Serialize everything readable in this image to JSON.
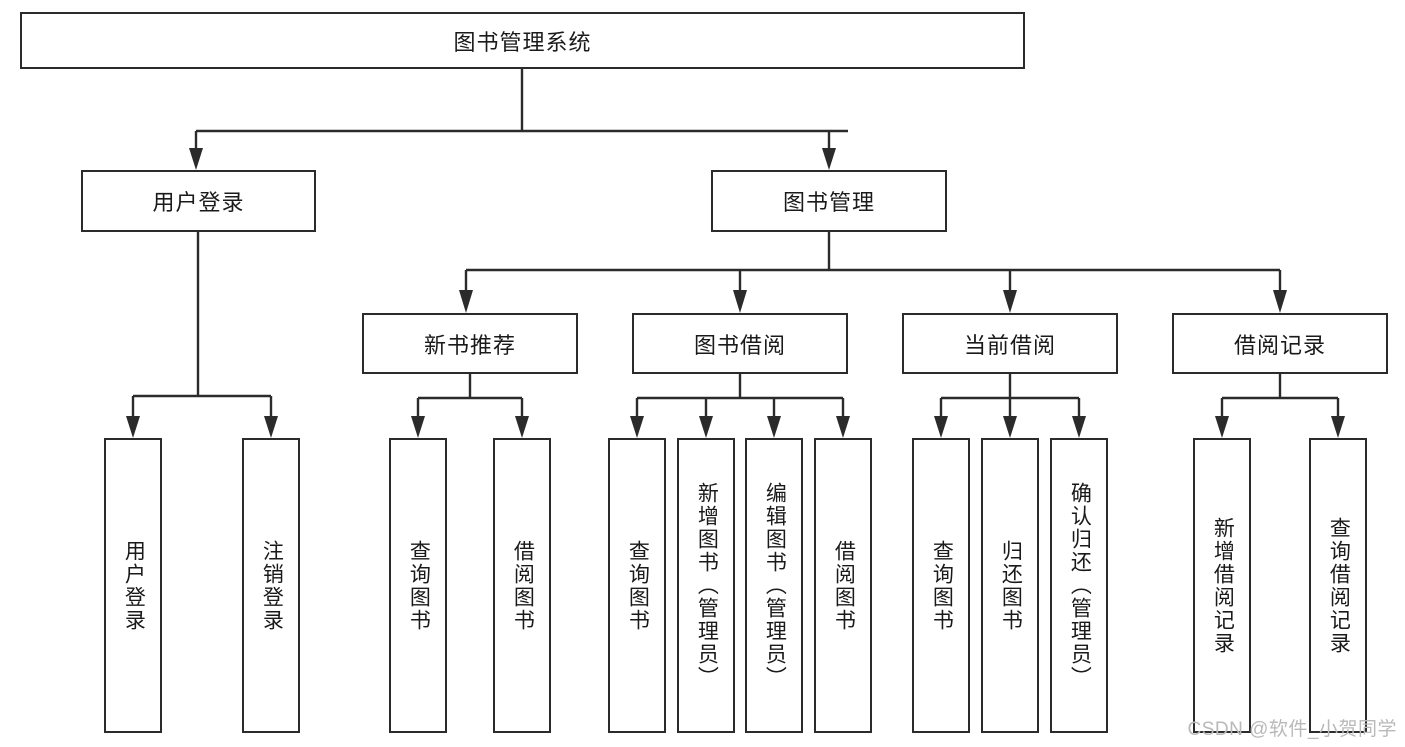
{
  "diagram": {
    "type": "tree",
    "title": "图书管理系统",
    "watermark": "CSDN @软件_小贺同学",
    "colors": {
      "background": "#ffffff",
      "stroke": "#2b2b2b",
      "text": "#1a1a1a",
      "watermark": "#b9b9b9"
    },
    "root": {
      "label": "图书管理系统"
    },
    "level2": [
      {
        "label": "用户登录"
      },
      {
        "label": "图书管理"
      }
    ],
    "level3": [
      {
        "label": "新书推荐"
      },
      {
        "label": "图书借阅"
      },
      {
        "label": "当前借阅"
      },
      {
        "label": "借阅记录"
      }
    ],
    "leaves": {
      "user_login": [
        {
          "label": "用户登录"
        },
        {
          "label": "注销登录"
        }
      ],
      "new_book_recommend": [
        {
          "label": "查询图书"
        },
        {
          "label": "借阅图书"
        }
      ],
      "book_borrow": [
        {
          "label": "查询图书"
        },
        {
          "label": "新增图书（管理员）"
        },
        {
          "label": "编辑图书（管理员）"
        },
        {
          "label": "借阅图书"
        }
      ],
      "current_borrow": [
        {
          "label": "查询图书"
        },
        {
          "label": "归还图书"
        },
        {
          "label": "确认归还（管理员）"
        }
      ],
      "borrow_record": [
        {
          "label": "新增借阅记录"
        },
        {
          "label": "查询借阅记录"
        }
      ]
    }
  }
}
